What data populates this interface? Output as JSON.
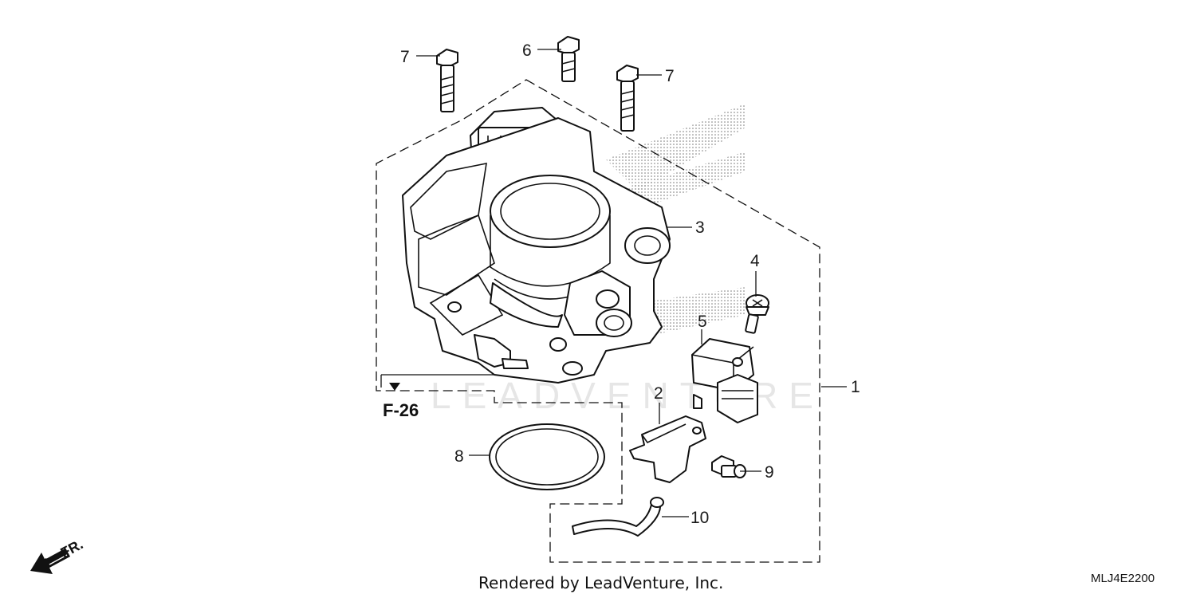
{
  "callouts": {
    "c1": "1",
    "c2": "2",
    "c3": "3",
    "c4": "4",
    "c5": "5",
    "c6": "6",
    "c7a": "7",
    "c7b": "7",
    "c8": "8",
    "c9": "9",
    "c10": "10"
  },
  "reference": "F-26",
  "watermark": "LEADVENTURE",
  "direction_label": "FR.",
  "footer_credit": "Rendered by LeadVenture, Inc.",
  "diagram_code": "MLJ4E2200",
  "icons": [
    "front-direction-arrow-icon"
  ]
}
